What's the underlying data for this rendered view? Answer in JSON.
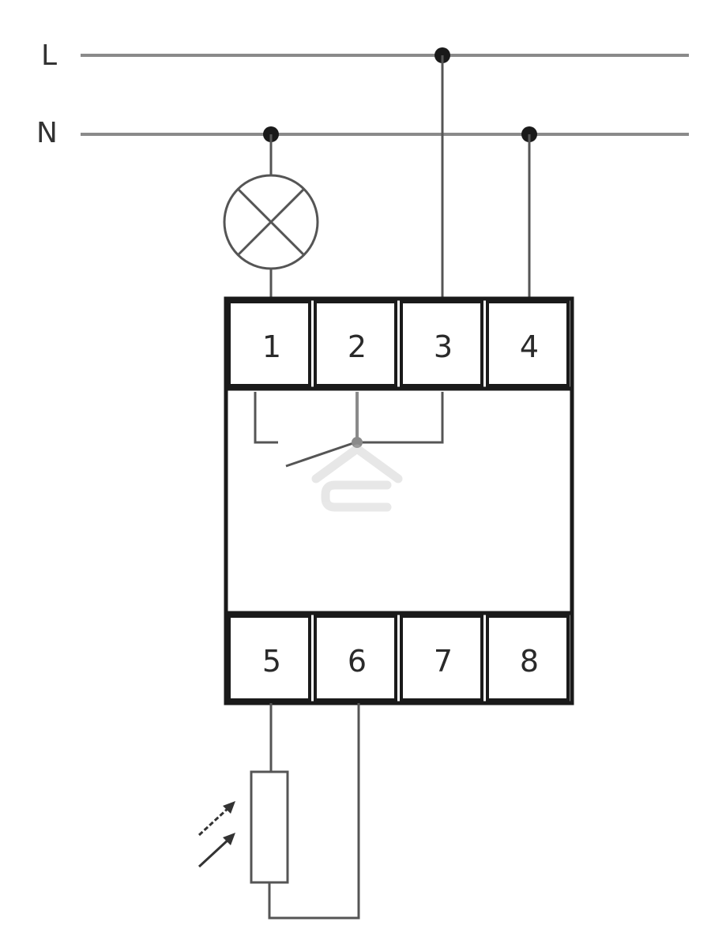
{
  "bus_labels": {
    "line": "L",
    "neutral": "N"
  },
  "terminals_top": [
    "1",
    "2",
    "3",
    "4"
  ],
  "terminals_bottom": [
    "5",
    "6",
    "7",
    "8"
  ]
}
